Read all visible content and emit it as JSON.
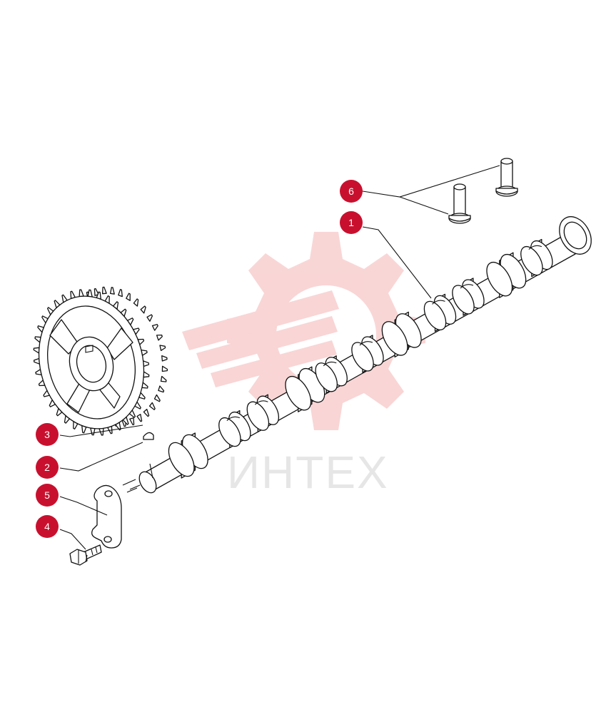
{
  "watermark": {
    "text": "ИНТЕХ",
    "color": "#f2a3a3"
  },
  "callout_color": "#c8102e",
  "callouts": [
    {
      "id": "callout-1",
      "label": "1",
      "part": "camshaft"
    },
    {
      "id": "callout-2",
      "label": "2",
      "part": "woodruff-key"
    },
    {
      "id": "callout-3",
      "label": "3",
      "part": "timing-gear"
    },
    {
      "id": "callout-4",
      "label": "4",
      "part": "bolt"
    },
    {
      "id": "callout-5",
      "label": "5",
      "part": "thrust-plate"
    },
    {
      "id": "callout-6",
      "label": "6",
      "part": "tappet-pins"
    }
  ]
}
